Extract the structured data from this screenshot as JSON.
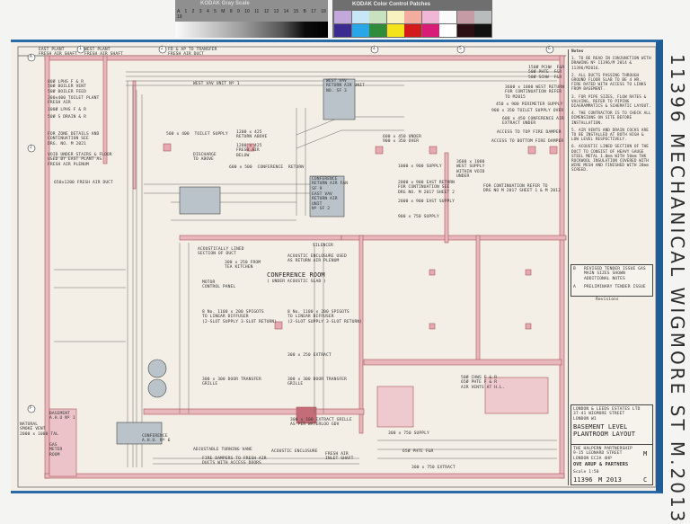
{
  "calibration": {
    "grayscale_title": "KODAK Gray Scale",
    "grayscale_steps": "A 1 2 3 4 5 M 8 9 10 11 12 13 14 15 B 17 18 19",
    "color_title": "KODAK Color Control Patches",
    "color_patch_names": [
      "Blue",
      "Cyan",
      "Green",
      "Yellow",
      "Red",
      "Magenta",
      "White",
      "3/Color",
      "Black"
    ],
    "colors": [
      "#3b2a8f",
      "#27a7e8",
      "#2f8c3a",
      "#f4e21b",
      "#d41b1b",
      "#d81d79",
      "#ffffff",
      "#2b0f14",
      "#111111"
    ]
  },
  "margin_annotation": "11396  MECHANICAL  WIGMORE ST  M.2013",
  "grid": {
    "columns": [
      "1",
      "2",
      "4",
      "5",
      "6"
    ],
    "rows": [
      "A",
      "J",
      "F"
    ]
  },
  "plan_labels": {
    "east_plant": "EAST PLANT\nFRESH AIR SHAFT",
    "west_plant": "WEST PLANT\nFRESH AIR SHAFT",
    "fd_ap": "FD & AP TO TRANSFER\nFRESH AIR DUCT",
    "boiler": "80Ø LPHS F & R\n50Ø BOILER VENT\n50Ø BOILER FEED",
    "toilet_plant": "300x400 TOILET PLANT\nFRESH AIR",
    "lphs": "100Ø LPHS F & R",
    "drains": "50Ø S DRAIN & R",
    "fire_zone": "FOR ZONE DETAILS AND\nCONTINUATION SEE\nDRG. NO. M 2021",
    "void": "VOID UNDER STAIRS & FLOOR\nUSED BY EAST PLANT AS\nFRESH AIR PLENUM",
    "fresh_air_duct": "650x1200 FRESH AIR DUCT",
    "west_vav": "WEST VAV UNIT Nº 1",
    "west_vav_return": "WEST VAV\nRETURN AIR UNIT\nNO. SF 3",
    "toilet_supply": "500 x 400  TOILET SUPPLY",
    "return_above": "1200 x 425\nRETURN ABOVE",
    "fresh_air_below": "1200 x 425\nFRESH AIR\nBELOW",
    "discharge": "DISCHARGE\nTO ABOVE",
    "conference_return": "600 x 500  CONFERENCE  RETURN",
    "conf_fan": "CONFERENCE\nRETURN AIR FAN\nSF 9",
    "east_vav": "EAST VAV\nRETURN AIR\nUNIT\nNº SF 2",
    "cw": "150Ø PCHW  F&R\n50Ø PHTE  F&R\n50Ø SCHW  F&R",
    "west_return": "3600 x 1000 WEST RETURN\nFOR CONTINUATION REFER TO M2015",
    "perimeter_supply": "450 x 900 PERIMETER SUPPLY",
    "toilet_supply_over": "900 x 350 TOILET SUPPLY OVER",
    "conference_extract": "600 x 450 CONFERENCE AIR\nEXTRACT UNDER",
    "access_top": "ACCESS TO TOP FIRE DAMPER",
    "access_bottom": "ACCESS TO BOTTOM FIRE DAMPER",
    "under": "600 x 450 UNDER\n900 x 350 OVER",
    "west_supply": "3600 x 1000\nWEST SUPPLY\nWITHIN VOID\nUNDER",
    "supply_1000": "1000 x 900 SUPPLY",
    "east_return": "2000 x 900 EAST RETURN\nFOR CONTINUATION SEE\nDRG NO. M 2017 SHEET 2",
    "east_supply": "2000 x 900 EAST SUPPLY",
    "supply_750": "900 x 750 SUPPLY",
    "continuation": "FOR CONTINUATION REFER TO\nDRG NO M 2017 SHEET 1 & M 2012",
    "conference_room": "CONFERENCE ROOM",
    "under_slab": "( UNDER ACOUSTIC SLAB )",
    "acoustic_lined": "ACOUSTICALLY LINED\nSECTION OF DUCT",
    "tea_kitchen": "300 x 250 FROM\nTEA KITCHEN",
    "silencer": "SILENCER",
    "acoustic_enclosure": "ACOUSTIC ENCLOSURE USED\nAS RETURN AIR PLENUM",
    "motor_panel": "MOTOR\nCONTROL PANEL",
    "spigots_left": "8 No. 1100 x 200 SPIGOTS\nTO LINEAR DIFFUSER\n(2-SLOT SUPPLY 3-SLOT RETURN)",
    "spigots_right": "8 No. 1100 x 200 SPIGOTS\nTO LINEAR DIFFUSER\n(2-SLOT SUPPLY 3-SLOT RETURN)",
    "extract_300": "300 x 250 EXTRACT",
    "door_grille_l": "300 x 300 DOOR TRANSFER\nGRILLE",
    "door_grille_r": "300 x 300 DOOR TRANSFER\nGRILLE",
    "turning_vane": "ADJUSTABLE TURNING VANE",
    "fire_dampers": "FIRE DAMPERS TO FRESH AIR\nDUCTS WITH ACCESS DOORS",
    "acoustic_encl2": "ACOUSTIC ENCLOSURE",
    "fresh_air_inlet": "FRESH AIR\nINLET SHAFT",
    "extract_grille": "300 x 100 EXTRACT GRILLE\nAS PER WATERLOO GDV",
    "conference_ahu": "CONFERENCE\nA.H.U. Nº 6",
    "basement_ahu": "BASEMENT\nA.H.U Nº 1",
    "natural_smoke": "NATURAL\nSMOKE VENT\n2000 x 1000 TAL",
    "gas_meter": "GAS\nMETER\nROOM",
    "chws": "50Ø CHWS F & R\n65Ø PHTE F & R\nAIR VENTS AT H.L.",
    "phte_65": "65Ø PHTE F&R",
    "extract_750": "300 x 750 EXTRACT",
    "supply_750b": "300 x 750 SUPPLY"
  },
  "notes": {
    "heading": "Notes",
    "items": [
      "1. TO BE READ IN CONJUNCTION WITH DRAWING Nº 11396/M 2014 & 11396/M2016.",
      "2. ALL DUCTS PASSING THROUGH GROUND FLOOR SLAB TO BE 4 HR. FIRE RATED WITH ACCESS TO LINKS FROM BASEMENT.",
      "3. FOR PIPE SIZES, FLOW RATES & VALVING, REFER TO PIPING DIAGRAMMATICS & SCHEMATIC LAYOUT.",
      "4. THE CONTRACTOR IS TO CHECK ALL DIMENSIONS ON SITE BEFORE INSTALLATION.",
      "5. AIR VENTS AND DRAIN COCKS ARE TO BE INSTALLED AT BOTH HIGH & LOW LEVEL RESPECTIVELY.",
      "6. ACOUSTIC LINED SECTION OF THE DUCT TO CONSIST OF HEAVY GAUGE STEEL METAL 1.0mm WITH 50mm THK ROCKWOOL INSULATION COVERED WITH WIRE MESH AND FINISHED WITH 20mm SCREED."
    ]
  },
  "revisions": {
    "heading": "Revisions",
    "rows": [
      {
        "rev": "B",
        "text": "REVISED TENDER ISSUE GAS MAIN SIZES SHOWN ADDITIONAL NOTES"
      },
      {
        "rev": "A",
        "text": "PRELIMINARY TENDER ISSUE"
      }
    ]
  },
  "title_block": {
    "client": "LONDON & LEEDS ESTATES LTD\n37-41 WIGMORE STREET\nLONDON W1",
    "title": "BASEMENT LEVEL\nPLANTROOM LAYOUT",
    "architect": "THE HALPERN PARTNERSHIP\n9-15 LEONARD STREET\nLONDON EC2A 4HP",
    "discipline": "M",
    "engineer": "OVE ARUP & PARTNERS",
    "scale": "Scale 1:50",
    "drawing_no": "11396",
    "sheet_no": "M 2013",
    "revision": "C"
  }
}
